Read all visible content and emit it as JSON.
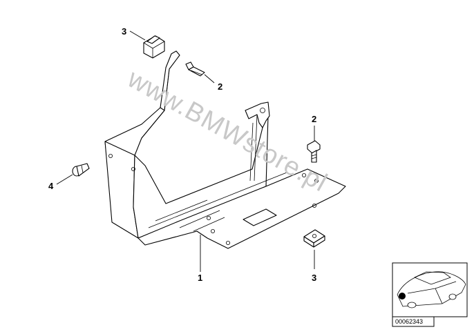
{
  "diagram": {
    "callouts": [
      {
        "id": "c3-top",
        "label": "3"
      },
      {
        "id": "c2-top",
        "label": "2"
      },
      {
        "id": "c2-right",
        "label": "2"
      },
      {
        "id": "c4",
        "label": "4"
      },
      {
        "id": "c1",
        "label": "1"
      },
      {
        "id": "c3-bottom",
        "label": "3"
      }
    ],
    "watermark": "www.BMWstore.pl",
    "thumbnail": {
      "document_number": "00062343"
    }
  }
}
